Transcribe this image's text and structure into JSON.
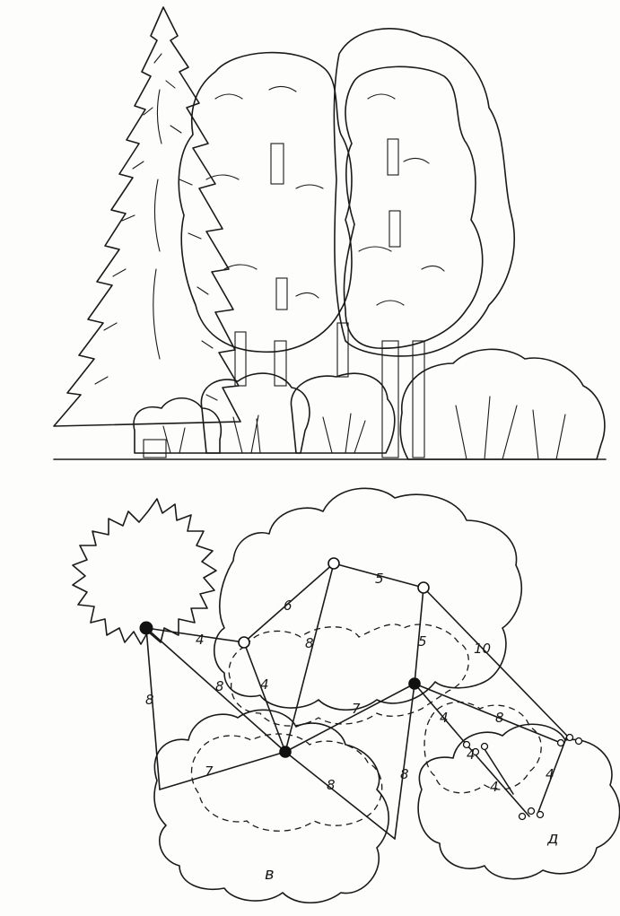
{
  "colors": {
    "spruce": "#3fae9e",
    "spruce_dark": "#2e8a7c",
    "crown": "#a9d98b",
    "crown_dark": "#7fbf63",
    "shrub": "#8fcf7e",
    "shrub_light": "#c3e69a",
    "trunk": "#8a5a44",
    "ink": "#1a1a1a"
  },
  "edge_labels": [
    "6",
    "5",
    "4",
    "8",
    "5",
    "10",
    "8",
    "4",
    "7",
    "4",
    "8",
    "8",
    "7",
    "8",
    "8",
    "4",
    "4",
    "4"
  ],
  "area_labels": [
    "в",
    "д"
  ]
}
